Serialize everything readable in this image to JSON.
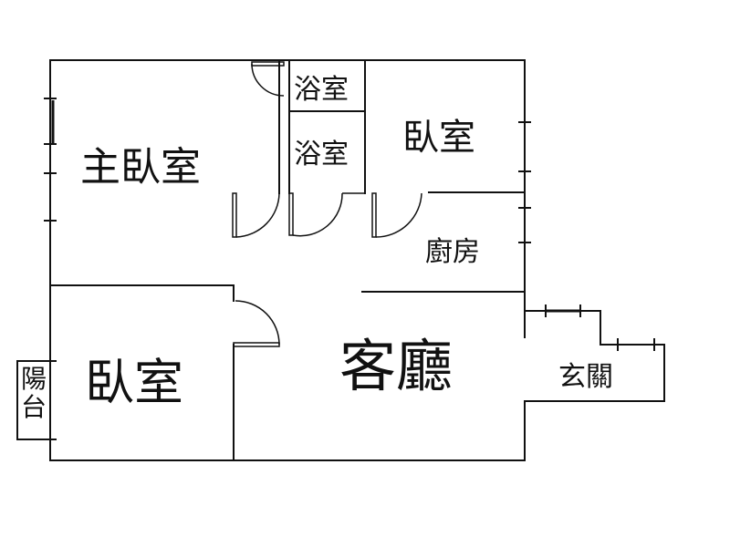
{
  "rooms": {
    "master_bedroom": "主臥室",
    "bath_top": "浴室",
    "bath_bottom": "浴室",
    "bedroom_top_right": "臥室",
    "kitchen": "廚房",
    "living_room": "客廳",
    "bedroom_bottom_left": "臥室",
    "entrance": "玄關",
    "balcony": [
      "陽",
      "台"
    ]
  }
}
